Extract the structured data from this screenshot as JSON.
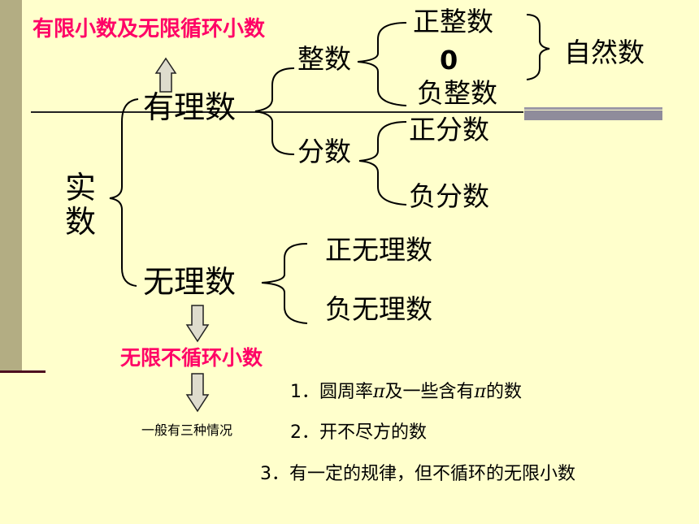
{
  "top_note": "有限小数及无限循环小数",
  "real_label_1": "实",
  "real_label_2": "数",
  "rational": {
    "label": "有理数",
    "integer": {
      "label": "整数",
      "positive": "正整数",
      "zero": "0",
      "negative": "负整数",
      "natural": "自然数"
    },
    "fraction": {
      "label": "分数",
      "positive": "正分数",
      "negative": "负分数"
    }
  },
  "irrational": {
    "label": "无理数",
    "positive": "正无理数",
    "negative": "负无理数",
    "note": "无限不循环小数"
  },
  "three_cases": {
    "label": "一般有三种情况",
    "case1_prefix": "1．圆周率",
    "pi": "π",
    "case1_mid": "及一些含有",
    "case1_suffix": "的数",
    "case2": "2．开不尽方的数",
    "case3": "3．有一定的规律，但不循环的无限小数"
  },
  "colors": {
    "background": "#FFFFCC",
    "accent": "#FF0066",
    "sidebar": "#B3AD83"
  }
}
